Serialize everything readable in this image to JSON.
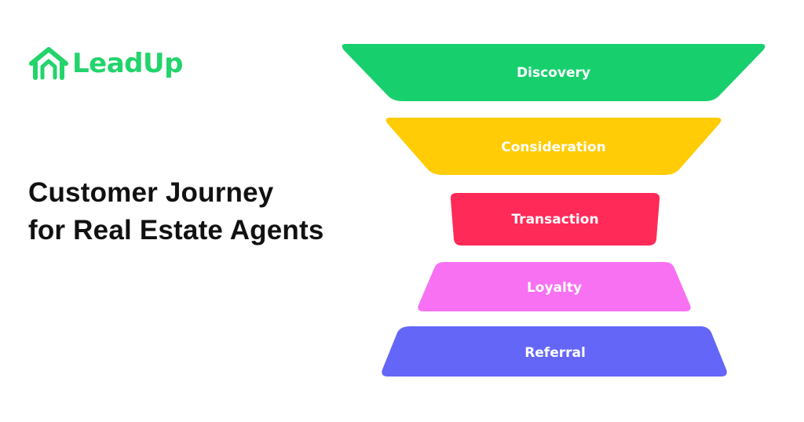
{
  "brand": {
    "name": "LeadUp",
    "color": "#22d46b",
    "icon": "house-logo-icon"
  },
  "headline": {
    "line1": "Customer Journey",
    "line2": "for Real Estate Agents"
  },
  "funnel": {
    "stages": [
      {
        "label": "Discovery",
        "color": "#18cf6e"
      },
      {
        "label": "Consideration",
        "color": "#ffcc05"
      },
      {
        "label": "Transaction",
        "color": "#ff2a58"
      },
      {
        "label": "Loyalty",
        "color": "#f771f2"
      },
      {
        "label": "Referral",
        "color": "#6466f7"
      }
    ]
  }
}
